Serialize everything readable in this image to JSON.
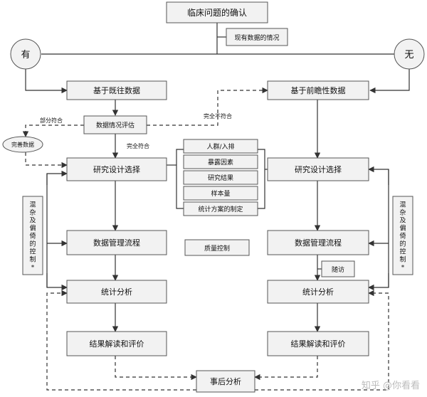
{
  "nodes": {
    "clinical_question": "临床问题的确认",
    "existing_data": "现有数据的情况",
    "yes": "有",
    "no": "无",
    "retrospective": "基于既往数据",
    "prospective": "基于前瞻性数据",
    "data_evaluation": "数据情况评估",
    "complete_data": "完善数据",
    "design_left": "研究设计选择",
    "design_right": "研究设计选择",
    "population": "人群/入排",
    "exposure": "暴露因素",
    "outcome": "研究结果",
    "sample_size": "样本量",
    "stat_plan": "统计方案的制定",
    "mgmt_left": "数据管理流程",
    "mgmt_right": "数据管理流程",
    "quality_control": "质量控制",
    "followup": "随访",
    "stats_left": "统计分析",
    "stats_right": "统计分析",
    "interp_left": "结果解读和评价",
    "interp_right": "结果解读和评价",
    "post_hoc": "事后分析",
    "confounding_left": "混杂及偏倚的控制*",
    "confounding_right": "混杂及偏倚的控制*"
  },
  "edge_labels": {
    "partial": "部分符合",
    "full": "完全符合",
    "none": "完全不符合"
  },
  "watermark": "知乎 @你看看"
}
